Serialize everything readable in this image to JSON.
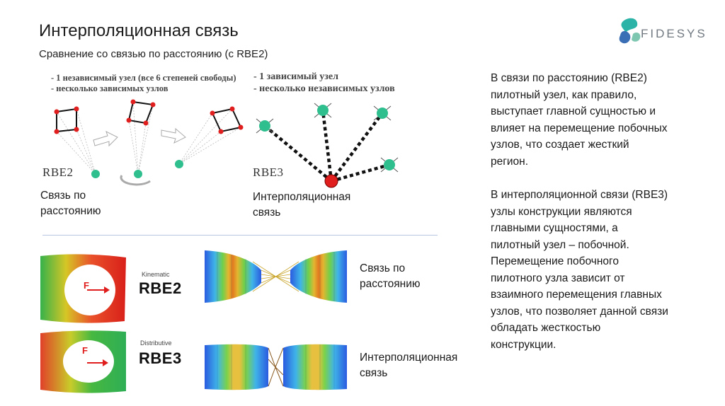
{
  "header": {
    "title": "Интерполяционная связь",
    "subtitle": "Сравнение со связью по расстоянию (с RBE2)",
    "logo_text": "FIDESYS"
  },
  "rbe2_diagram": {
    "note_lines": [
      "- 1 независимый узел (все 6 степеней свободы)",
      "- несколько зависимых узлов"
    ],
    "tag": "RBE2",
    "caption": "Связь по\nрасстоянию"
  },
  "rbe3_diagram": {
    "note_lines": [
      "- 1 зависимый узел",
      "- несколько независимых узлов"
    ],
    "tag": "RBE3",
    "caption": "Интерполяционная\nсвязь"
  },
  "bottom_left": {
    "top_small": "Kinematic",
    "top_label": "RBE2",
    "bottom_small": "Distributive",
    "bottom_label": "RBE3",
    "force_symbol": "F"
  },
  "bottom_right": {
    "caption_top": "Связь по\nрасстоянию",
    "caption_bottom": "Интерполяционная\nсвязь"
  },
  "text_column": {
    "paragraph1": "В связи по расстоянию (RBE2)\nпилотный узел, как правило,\nвыступает главной сущностью и\nвлияет на перемещение побочных\nузлов, что создает жесткий\nрегион.",
    "paragraph2": "В интерполяционной связи (RBE3)\nузлы конструкции являются\nглавными сущностями, а\nпилотный узел – побочной.\nПеремещение побочного\nпилотного узла зависит от\nвзаимного перемещения главных\nузлов, что позволяет данной связи\nобладать жесткостью\nконструкции."
  },
  "colors": {
    "accent_red": "#e01e1e",
    "node_green": "#2fbf8f",
    "logo_teal": "#2ab3a6",
    "logo_blue": "#3a6fb5"
  }
}
